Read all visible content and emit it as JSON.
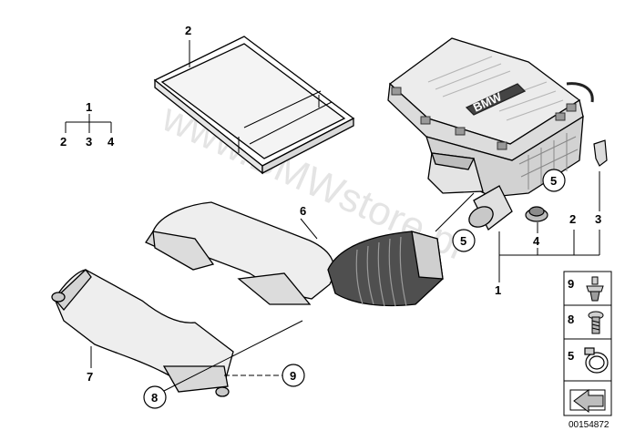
{
  "watermark": "www.BMWstore.pl",
  "document_number": "00154872",
  "housing_logo": "BMW",
  "part_group_tree": {
    "root": "1",
    "children": [
      "2",
      "3",
      "4"
    ]
  },
  "callouts": [
    {
      "id": "filter-insert",
      "label": "2"
    },
    {
      "id": "air-duct",
      "label": "6"
    },
    {
      "id": "air-scoop",
      "label": "7"
    },
    {
      "id": "hose-clamp-housing",
      "label": "5",
      "circled": true
    },
    {
      "id": "hose-clamp-bellows",
      "label": "5",
      "circled": true
    },
    {
      "id": "screw-duct",
      "label": "8",
      "circled": true
    },
    {
      "id": "expanding-rivet",
      "label": "9",
      "circled": true
    },
    {
      "id": "rubber-mount",
      "label": "4"
    },
    {
      "id": "retaining-clip",
      "label": "3"
    },
    {
      "id": "bracket-group-2",
      "label": "2"
    },
    {
      "id": "bracket-group-1",
      "label": "1"
    }
  ],
  "hardware_legend": [
    {
      "label": "9",
      "icon": "expanding-rivet-icon"
    },
    {
      "label": "8",
      "icon": "screw-icon"
    },
    {
      "label": "5",
      "icon": "hose-clamp-icon"
    }
  ]
}
